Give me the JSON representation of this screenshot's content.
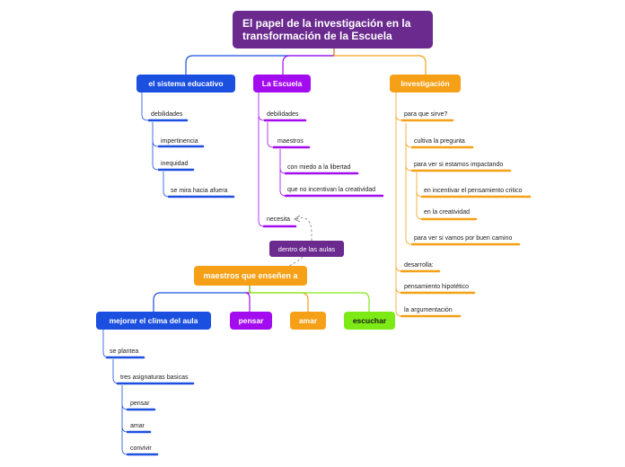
{
  "title": "El papel de la investigación en la transformación de la Escuela",
  "branches": {
    "sistema": {
      "label": "el sistema educativo",
      "items": [
        "debilidades",
        "impertinencia",
        "inequidad",
        "se mira hacia afuera"
      ]
    },
    "escuela": {
      "label": "La Escuela",
      "items": [
        "debilidades",
        "maestros",
        "con miedo a la libertad",
        "que no incentivan la creatividad",
        "necesita"
      ]
    },
    "investigacion": {
      "label": "Investigación",
      "items": [
        "para que sirve?",
        "cultiva la pregunta",
        "para ver si estamos impactando",
        "en incentivar el pensamiento critico",
        "en la creatividad",
        "para ver si vamos por buen camino",
        "desarrolla:",
        "pensamiento hipotético",
        "la argumentación"
      ]
    }
  },
  "floating": "dentro de las aulas",
  "maestros_node": {
    "label": "maestros que enseñen a",
    "children": [
      "mejorar el clima del aula",
      "pensar",
      "amar",
      "escuchar"
    ]
  },
  "clima": {
    "items": [
      "se plantea",
      "tres asignaturas basicas",
      "pensar",
      "amar",
      "convivir"
    ]
  },
  "colors": {
    "title": "#6a2a8e",
    "blue": "#1b4fe0",
    "purple": "#a40cf0",
    "orange": "#f5a016",
    "green": "#7dea16"
  }
}
